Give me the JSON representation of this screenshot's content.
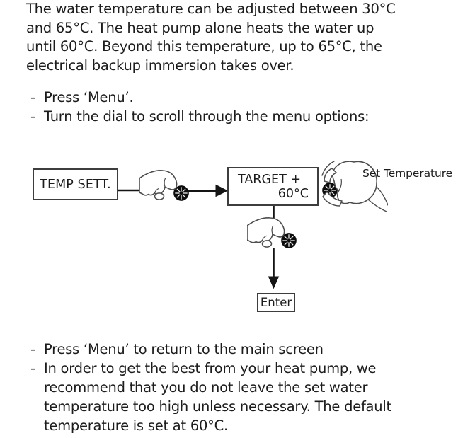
{
  "page": {
    "background": "#ffffff",
    "text_color": "#1c1c1c"
  },
  "intro": {
    "lines": [
      "The water temperature can be adjusted between 30°C",
      "and 65°C. The heat pump alone heats the water up",
      "until 60°C. Beyond this temperature, up to 65°C, the",
      "electrical backup immersion takes over."
    ]
  },
  "instructions_top": {
    "bullet_char": "-",
    "items": [
      {
        "lines": [
          "Press ‘Menu’."
        ]
      },
      {
        "lines": [
          "Turn the dial to scroll through the menu options:"
        ]
      }
    ]
  },
  "diagram": {
    "temp_sett_box": {
      "label": "TEMP SETT."
    },
    "target_box": {
      "line1": "TARGET +",
      "line2": "60°C"
    },
    "set_temperature_label": "Set Temperature",
    "enter_box": {
      "label": "Enter"
    },
    "icons": {
      "step1": "press-dial-icon",
      "step2": "turn-dial-icon",
      "step3": "press-dial-icon",
      "arrow_right": "flow-arrow-right-icon",
      "arrow_down": "flow-arrow-down-icon"
    },
    "colors": {
      "line": "#141414",
      "box_border": "#3d3d3d",
      "hand_stroke": "#4c4c4c",
      "knob_fill": "#0d0d0d"
    }
  },
  "instructions_bottom": {
    "bullet_char": "-",
    "items": [
      {
        "lines": [
          "Press ‘Menu’ to return to the main screen"
        ]
      },
      {
        "lines": [
          "In order to get the best from your heat pump, we",
          "recommend that you do not leave the set water",
          "temperature too high unless necessary. The default",
          "temperature is set at 60°C."
        ]
      }
    ]
  }
}
